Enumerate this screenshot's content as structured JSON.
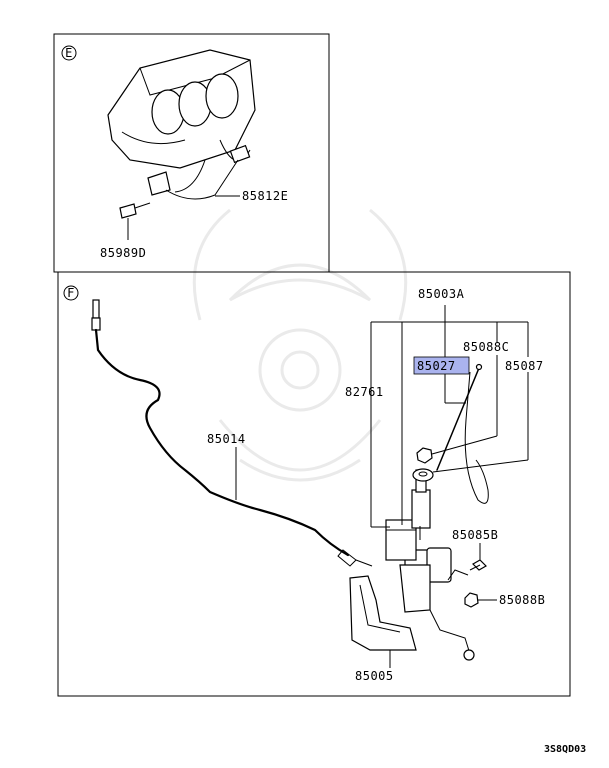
{
  "panels": [
    {
      "id": "E",
      "parts": [
        {
          "number": "85812E"
        },
        {
          "number": "85989D"
        }
      ]
    },
    {
      "id": "F",
      "parts": [
        {
          "number": "85003A"
        },
        {
          "number": "85088C"
        },
        {
          "number": "85027",
          "highlighted": true
        },
        {
          "number": "85087"
        },
        {
          "number": "82761"
        },
        {
          "number": "85014"
        },
        {
          "number": "85085B"
        },
        {
          "number": "85088B"
        },
        {
          "number": "85005"
        }
      ]
    }
  ],
  "drawing_code": "3S8QD03",
  "colors": {
    "highlight": "#aab3ee",
    "line": "#000000"
  }
}
